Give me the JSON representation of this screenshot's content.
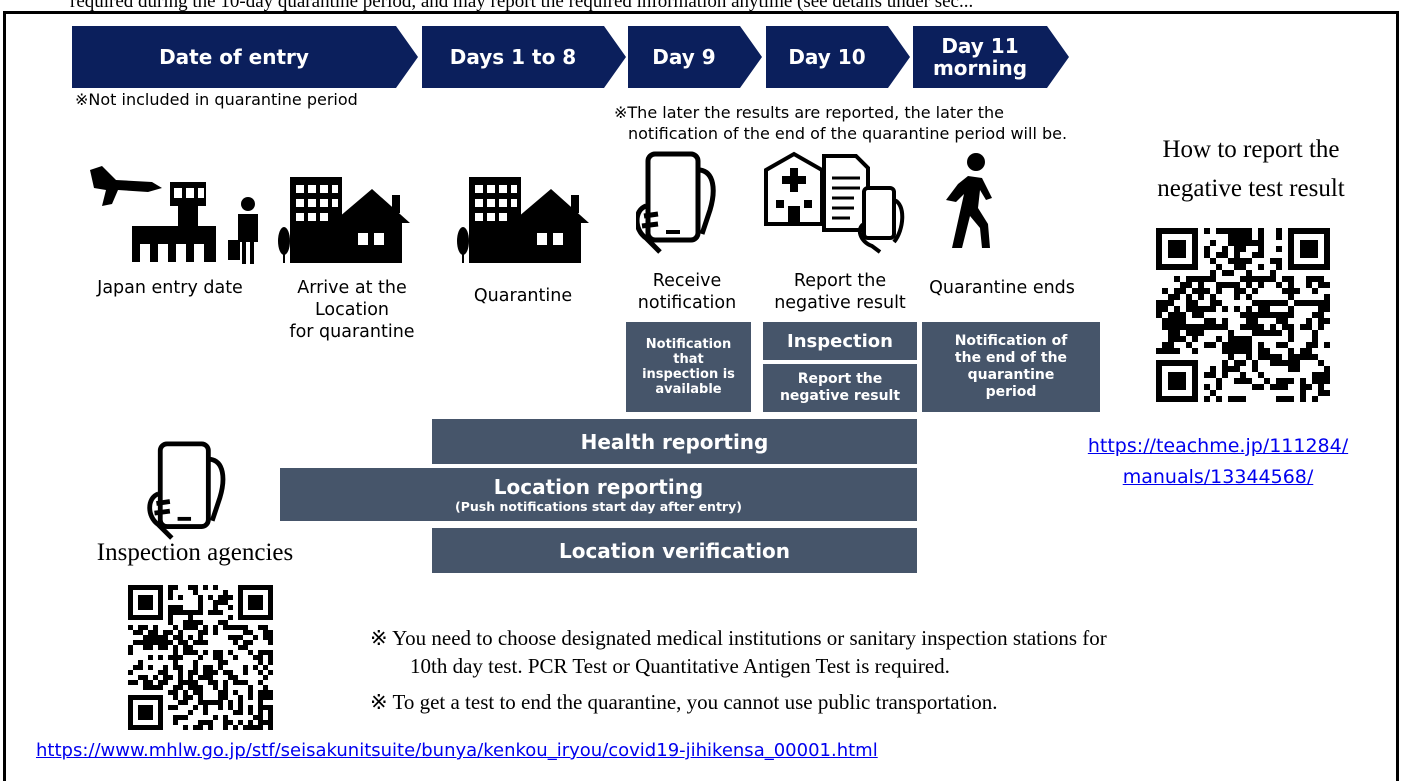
{
  "top_text": "required during the 10-day quarantine period, and may report the required information anytime (see details under sec...",
  "arrows": [
    {
      "label": "Date of entry"
    },
    {
      "label": "Days 1 to 8"
    },
    {
      "label": "Day 9"
    },
    {
      "label": "Day 10"
    },
    {
      "label": "Day 11\nmorning"
    }
  ],
  "notes": {
    "not_included": "※Not included in quarantine period",
    "later_results_line1": "※The later the results are reported, the later the",
    "later_results_line2": "notification of the end of the quarantine period will be."
  },
  "step_labels": {
    "japan_entry": "Japan entry date",
    "arrive": "Arrive at the\nLocation\nfor quarantine",
    "quarantine": "Quarantine",
    "receive": "Receive\nnotification",
    "report": "Report the\nnegative result",
    "ends": "Quarantine ends"
  },
  "boxes": {
    "notification_available": "Notification\nthat\ninspection is\navailable",
    "inspection": "Inspection",
    "report_negative": "Report the\nnegative result",
    "end_notification": "Notification of\nthe end of the\nquarantine\nperiod",
    "health_reporting": "Health reporting",
    "location_reporting": "Location reporting",
    "location_reporting_sub": "(Push notifications start day after entry)",
    "location_verification": "Location verification"
  },
  "how_to_report": {
    "title": "How to report the\nnegative test result",
    "link_line1": "https://teachme.jp/111284/",
    "link_line2": "manuals/13344568/"
  },
  "inspection_agencies": {
    "title": "Inspection agencies",
    "link": "https://www.mhlw.go.jp/stf/seisakunitsuite/bunya/kenkou_iryou/covid19-jihikensa_00001.html"
  },
  "bottom_notes": {
    "note1_line1": "※ You need to choose designated medical institutions or sanitary inspection stations for",
    "note1_line2": "10th day test. PCR Test or Quantitative Antigen Test is required.",
    "note2": "※ To get a test to end the quarantine, you cannot use public transportation."
  },
  "colors": {
    "arrow": "#0b1f5c",
    "box": "#46556a",
    "link": "#0000ee"
  },
  "icons": [
    "airplane-icon",
    "control-tower-icon",
    "traveler-icon",
    "apartment-house-icon",
    "smartphone-hand-icon",
    "hospital-icon",
    "document-icon",
    "walking-person-icon",
    "qr-code-icon"
  ]
}
